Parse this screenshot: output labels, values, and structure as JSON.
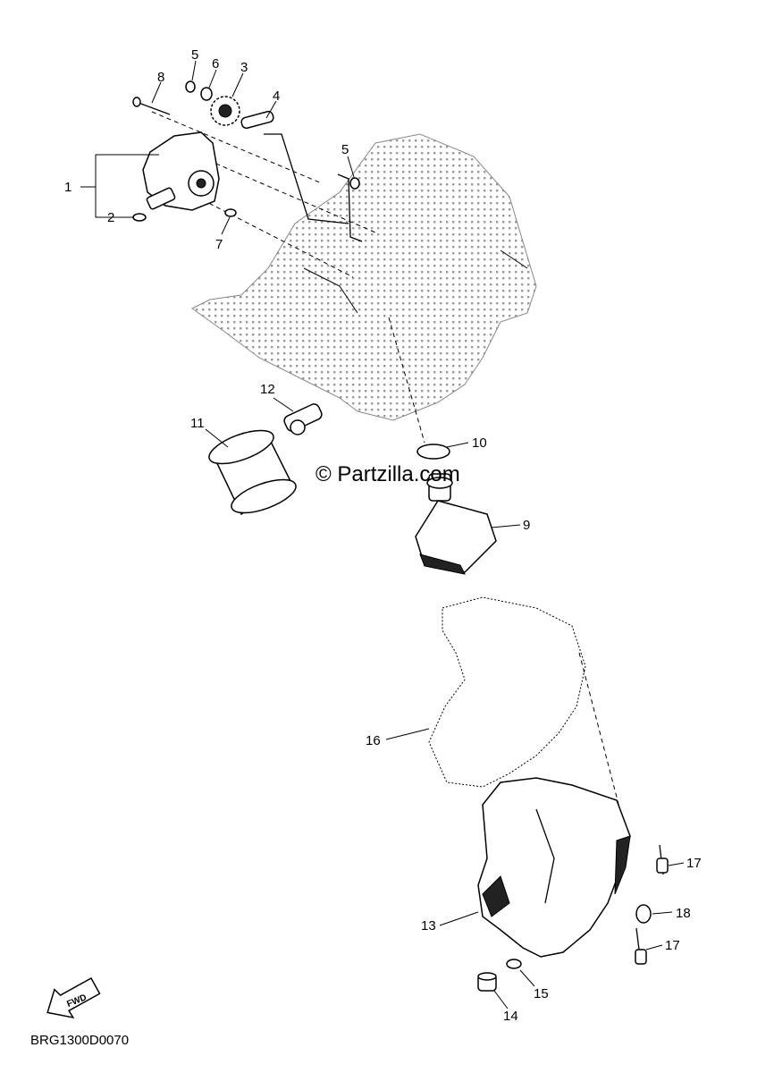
{
  "watermark": "© Partzilla.com",
  "diagram_code": "BRG1300D0070",
  "fwd_label": "FWD",
  "callouts": {
    "c1": "1",
    "c2": "2",
    "c3": "3",
    "c4": "4",
    "c5a": "5",
    "c5b": "5",
    "c6": "6",
    "c7": "7",
    "c8": "8",
    "c9": "9",
    "c10": "10",
    "c11": "11",
    "c12": "12",
    "c13": "13",
    "c14": "14",
    "c15": "15",
    "c16": "16",
    "c17a": "17",
    "c17b": "17",
    "c18": "18"
  }
}
